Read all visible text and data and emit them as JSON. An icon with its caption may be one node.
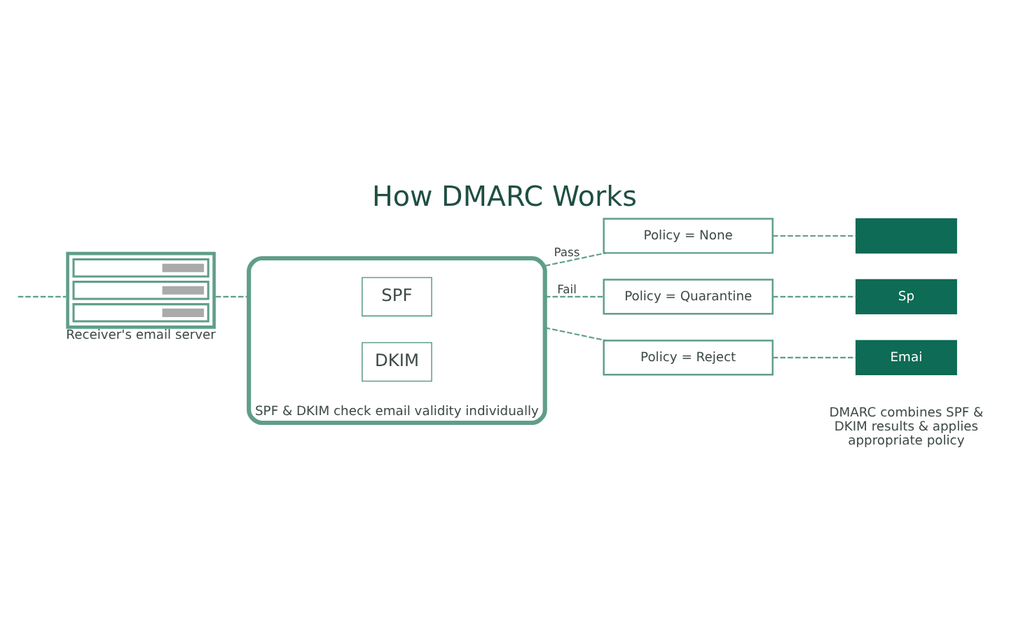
{
  "diagram": {
    "title": "How DMARC Works",
    "nodes": [
      {
        "text": [
          "Receiver's email server"
        ]
      },
      {
        "text": [
          "SPF & DKIM check email validity individually"
        ]
      },
      {
        "text": [
          "SPF"
        ],
        "in": 1
      },
      {
        "text": [
          "DKIM"
        ],
        "in": 1
      },
      {
        "text": [
          "Policy = None"
        ]
      },
      {
        "text": [
          "Policy = Quarantine"
        ]
      },
      {
        "text": [
          "Policy = Reject"
        ]
      },
      {
        "text": [],
        "shape": "box"
      },
      {
        "text": [
          "Sp"
        ]
      },
      {
        "text": [
          "Emai"
        ]
      }
    ],
    "edges": [
      {
        "from": null,
        "to": 0,
        "arrow": "none",
        "style": "dashed"
      },
      {
        "from": 0,
        "to": 1,
        "arrow": "none",
        "style": "dashed"
      },
      {
        "from": 1,
        "to": 4,
        "arrow": "none",
        "style": "dashed",
        "label": "Pass"
      },
      {
        "from": 1,
        "to": 5,
        "arrow": "none",
        "style": "dashed",
        "label": "Fail"
      },
      {
        "from": 1,
        "to": 6,
        "arrow": "none",
        "style": "dashed"
      },
      {
        "from": 4,
        "to": 7,
        "arrow": "none",
        "style": "dashed"
      },
      {
        "from": 5,
        "to": 8,
        "arrow": "none",
        "style": "dashed"
      },
      {
        "from": 6,
        "to": 9,
        "arrow": "none",
        "style": "dashed"
      }
    ],
    "labels": [
      "DMARC combines SPF & DKIM results & applies appropriate policy"
    ]
  }
}
